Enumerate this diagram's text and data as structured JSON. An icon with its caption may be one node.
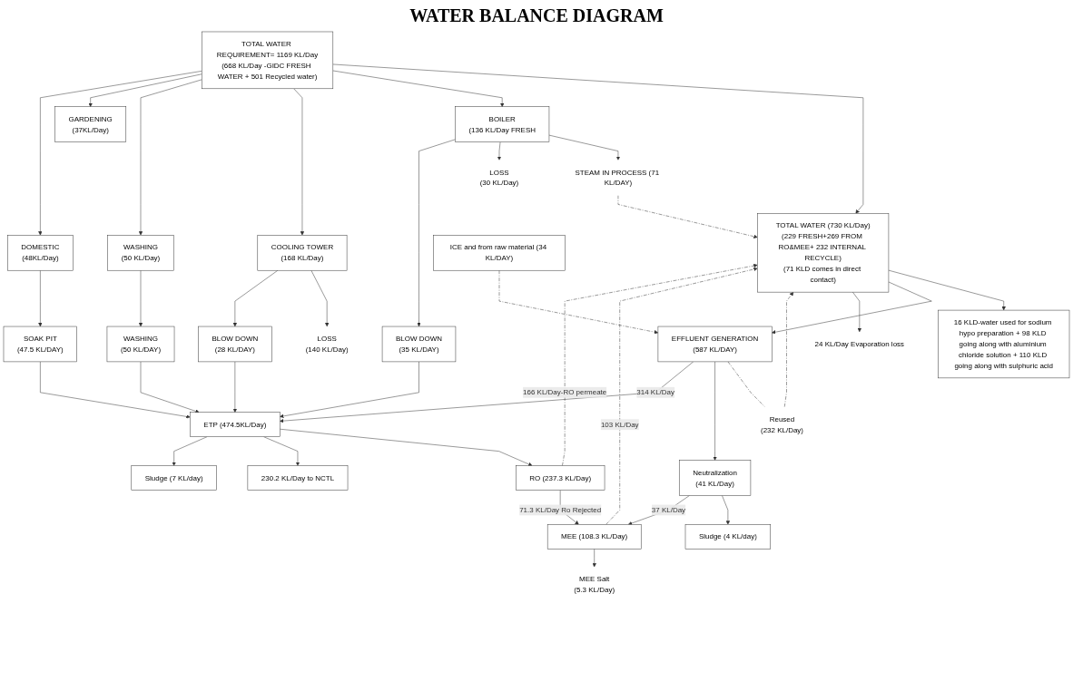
{
  "diagram": {
    "title": "WATER BALANCE DIAGRAM",
    "nodes": [
      {
        "text": [
          "TOTAL WATER REQUIREMENT= 1169 KL/Day",
          "(668 KL/Day -GIDC FRESH WATER + 501 Recycled water)"
        ]
      },
      {
        "text": [
          "ICE and from raw material (34 KL/DAY)"
        ]
      },
      {
        "text": [
          "TOTAL WATER (730 KL/Day)",
          "(229 FRESH+269 FROM RO&MEE+ 232 INTERNAL RECYCLE)",
          "(71 KLD comes in direct contact)"
        ]
      },
      {
        "text": [
          "BOILER",
          "(136 KL/Day FRESH"
        ]
      },
      {
        "text": [
          "COOLING TOWER",
          "(168 KL/Day)"
        ]
      },
      {
        "text": [
          "WASHING",
          "(50 KL/Day)"
        ]
      },
      {
        "text": [
          "GARDENING",
          "(37KL/Day)"
        ]
      },
      {
        "text": [
          "DOMESTIC",
          "(48KL/Day)"
        ]
      },
      {
        "text": [
          "16 KLD-water used for sodium hypo preparation + 98 KLD going along with aluminium chloride solution + 110 KLD going along with sulphuric acid"
        ]
      },
      {
        "text": [
          "EFFLUENT GENERATION",
          "(587 KL/DAY)"
        ]
      },
      {
        "text": [
          "24 KL/Day Evaporation loss"
        ]
      },
      {
        "text": [
          "Reused",
          "(232 KL/Day)"
        ]
      },
      {
        "text": [
          "STEAM IN PROCESS (71 KL/DAY)"
        ]
      },
      {
        "text": [
          "LOSS",
          "(30 KL/Day)"
        ]
      },
      {
        "text": [
          "LOSS",
          "(140 KL/Day)"
        ]
      },
      {
        "text": [
          "Neutralization",
          "(41 KL/Day)"
        ]
      },
      {
        "text": [
          "BLOW DOWN",
          "(35 KL/DAY)"
        ]
      },
      {
        "text": [
          "BLOW DOWN",
          "(28 KL/DAY)"
        ]
      },
      {
        "text": [
          "WASHING",
          "(50 KL/DAY)"
        ]
      },
      {
        "text": [
          "SOAK PIT",
          "(47.5 KL/DAY)"
        ]
      },
      {
        "text": [
          "Sludge (4 KL/day)"
        ]
      },
      {
        "text": [
          "ETP (474.5KL/Day)"
        ]
      },
      {
        "text": [
          "RO (237.3 KL/Day)"
        ]
      },
      {
        "text": [
          "230.2 KL/Day to NCTL"
        ]
      },
      {
        "text": [
          "Sludge (7 KL/day)"
        ]
      },
      {
        "text": [
          "MEE (108.3 KL/Day)"
        ]
      },
      {
        "text": [
          "MEE Salt",
          "(5.3 KL/Day)"
        ]
      }
    ],
    "edges": [
      {
        "from": 0,
        "to": 2,
        "arrow": "to"
      },
      {
        "from": 0,
        "to": 3,
        "arrow": "to"
      },
      {
        "from": 0,
        "to": 4,
        "arrow": "to"
      },
      {
        "from": 0,
        "to": 5,
        "arrow": "to"
      },
      {
        "from": 0,
        "to": 6,
        "arrow": "to"
      },
      {
        "from": 0,
        "to": 7,
        "arrow": "to"
      },
      {
        "from": 1,
        "to": 9,
        "arrow": "to",
        "style": "dashed"
      },
      {
        "from": 2,
        "to": 8,
        "arrow": "to"
      },
      {
        "from": 2,
        "to": 9,
        "arrow": "to"
      },
      {
        "from": 2,
        "to": 10,
        "arrow": "to"
      },
      {
        "from": 9,
        "to": 11,
        "arrow": "none",
        "style": "dashed"
      },
      {
        "from": 11,
        "to": 2,
        "arrow": "to",
        "style": "dashed"
      },
      {
        "from": 12,
        "to": 2,
        "arrow": "to",
        "style": "dashed"
      },
      {
        "from": 3,
        "to": 12,
        "arrow": "to"
      },
      {
        "from": 3,
        "to": 13,
        "arrow": "to"
      },
      {
        "from": 3,
        "to": 16,
        "arrow": "to"
      },
      {
        "from": 4,
        "to": 14,
        "arrow": "to"
      },
      {
        "from": 4,
        "to": 17,
        "arrow": "to"
      },
      {
        "from": 5,
        "to": 18,
        "arrow": "to"
      },
      {
        "from": 7,
        "to": 19,
        "arrow": "to"
      },
      {
        "from": 9,
        "to": 15,
        "arrow": "to"
      },
      {
        "from": 15,
        "to": 20,
        "arrow": "to"
      },
      {
        "from": 9,
        "to": 21,
        "arrow": "to",
        "label": "314 KL/Day"
      },
      {
        "from": 16,
        "to": 21,
        "arrow": "to"
      },
      {
        "from": 17,
        "to": 21,
        "arrow": "to"
      },
      {
        "from": 18,
        "to": 21,
        "arrow": "to"
      },
      {
        "from": 19,
        "to": 21,
        "arrow": "to"
      },
      {
        "from": 21,
        "to": 22,
        "arrow": "to"
      },
      {
        "from": 21,
        "to": 23,
        "arrow": "to"
      },
      {
        "from": 21,
        "to": 24,
        "arrow": "to"
      },
      {
        "from": 22,
        "to": 2,
        "arrow": "to",
        "style": "dashed",
        "label": "166 KL/Day-RO permeate"
      },
      {
        "from": 25,
        "to": 2,
        "arrow": "to",
        "style": "dashed",
        "label": "103 KL/Day"
      },
      {
        "from": 15,
        "to": 25,
        "arrow": "to",
        "label": "37 KL/Day"
      },
      {
        "from": 22,
        "to": 25,
        "arrow": "to",
        "label": "71.3 KL/Day Ro Rejected"
      },
      {
        "from": 25,
        "to": 26,
        "arrow": "to"
      }
    ]
  }
}
